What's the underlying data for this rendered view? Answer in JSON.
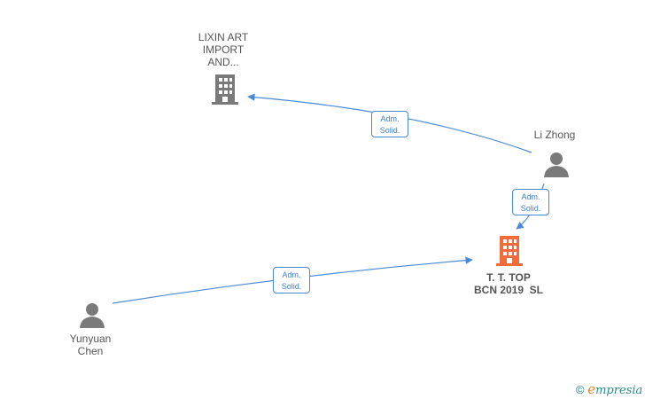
{
  "nodes": {
    "lixin": {
      "lines": [
        "LIXIN ART",
        "IMPORT",
        "AND..."
      ],
      "type": "company"
    },
    "lizhong": {
      "lines": [
        "Li Zhong"
      ],
      "type": "person"
    },
    "tttop": {
      "lines": [
        "T. T. TOP",
        "BCN 2019  SL"
      ],
      "type": "company-main"
    },
    "yunyuan": {
      "lines": [
        "Yunyuan",
        "Chen"
      ],
      "type": "person"
    }
  },
  "edges": [
    {
      "from": "lizhong",
      "to": "lixin",
      "label": [
        "Adm.",
        "Solid."
      ]
    },
    {
      "from": "lizhong",
      "to": "tttop",
      "label": [
        "Adm.",
        "Solid."
      ]
    },
    {
      "from": "yunyuan",
      "to": "tttop",
      "label": [
        "Adm.",
        "Solid."
      ]
    }
  ],
  "colors": {
    "edge": "#4a8ad4",
    "company_icon": "#7a7a7a",
    "main_company_icon": "#f26b3a",
    "person_icon": "#7a7a7a"
  },
  "watermark": {
    "copyright": "©",
    "brand_first": "e",
    "brand_rest": "mpresia"
  }
}
